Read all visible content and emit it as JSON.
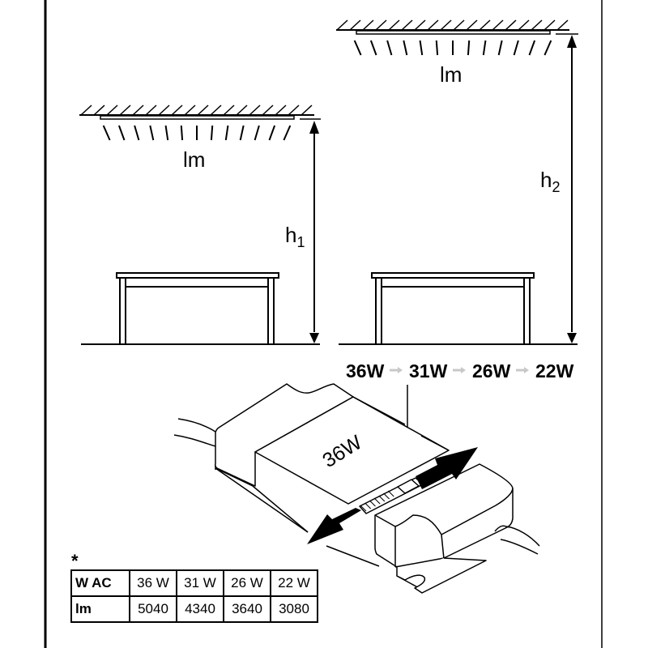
{
  "diagram": {
    "left_room": {
      "light_label": "lm",
      "height_label": "h",
      "height_subscript": "1"
    },
    "right_room": {
      "light_label": "lm",
      "height_label": "h",
      "height_subscript": "2"
    },
    "wattage_options": [
      "36W",
      "31W",
      "26W",
      "22W"
    ],
    "driver": {
      "label": "36W"
    },
    "footnote_marker": "*",
    "table": {
      "rows": [
        {
          "header": "W AC",
          "values": [
            "36 W",
            "31 W",
            "26 W",
            "22 W"
          ]
        },
        {
          "header": "lm",
          "values": [
            "5040",
            "4340",
            "3640",
            "3080"
          ]
        }
      ]
    },
    "colors": {
      "line": "#000000",
      "arrow_gray": "#c8c8c8",
      "background": "#ffffff"
    }
  }
}
